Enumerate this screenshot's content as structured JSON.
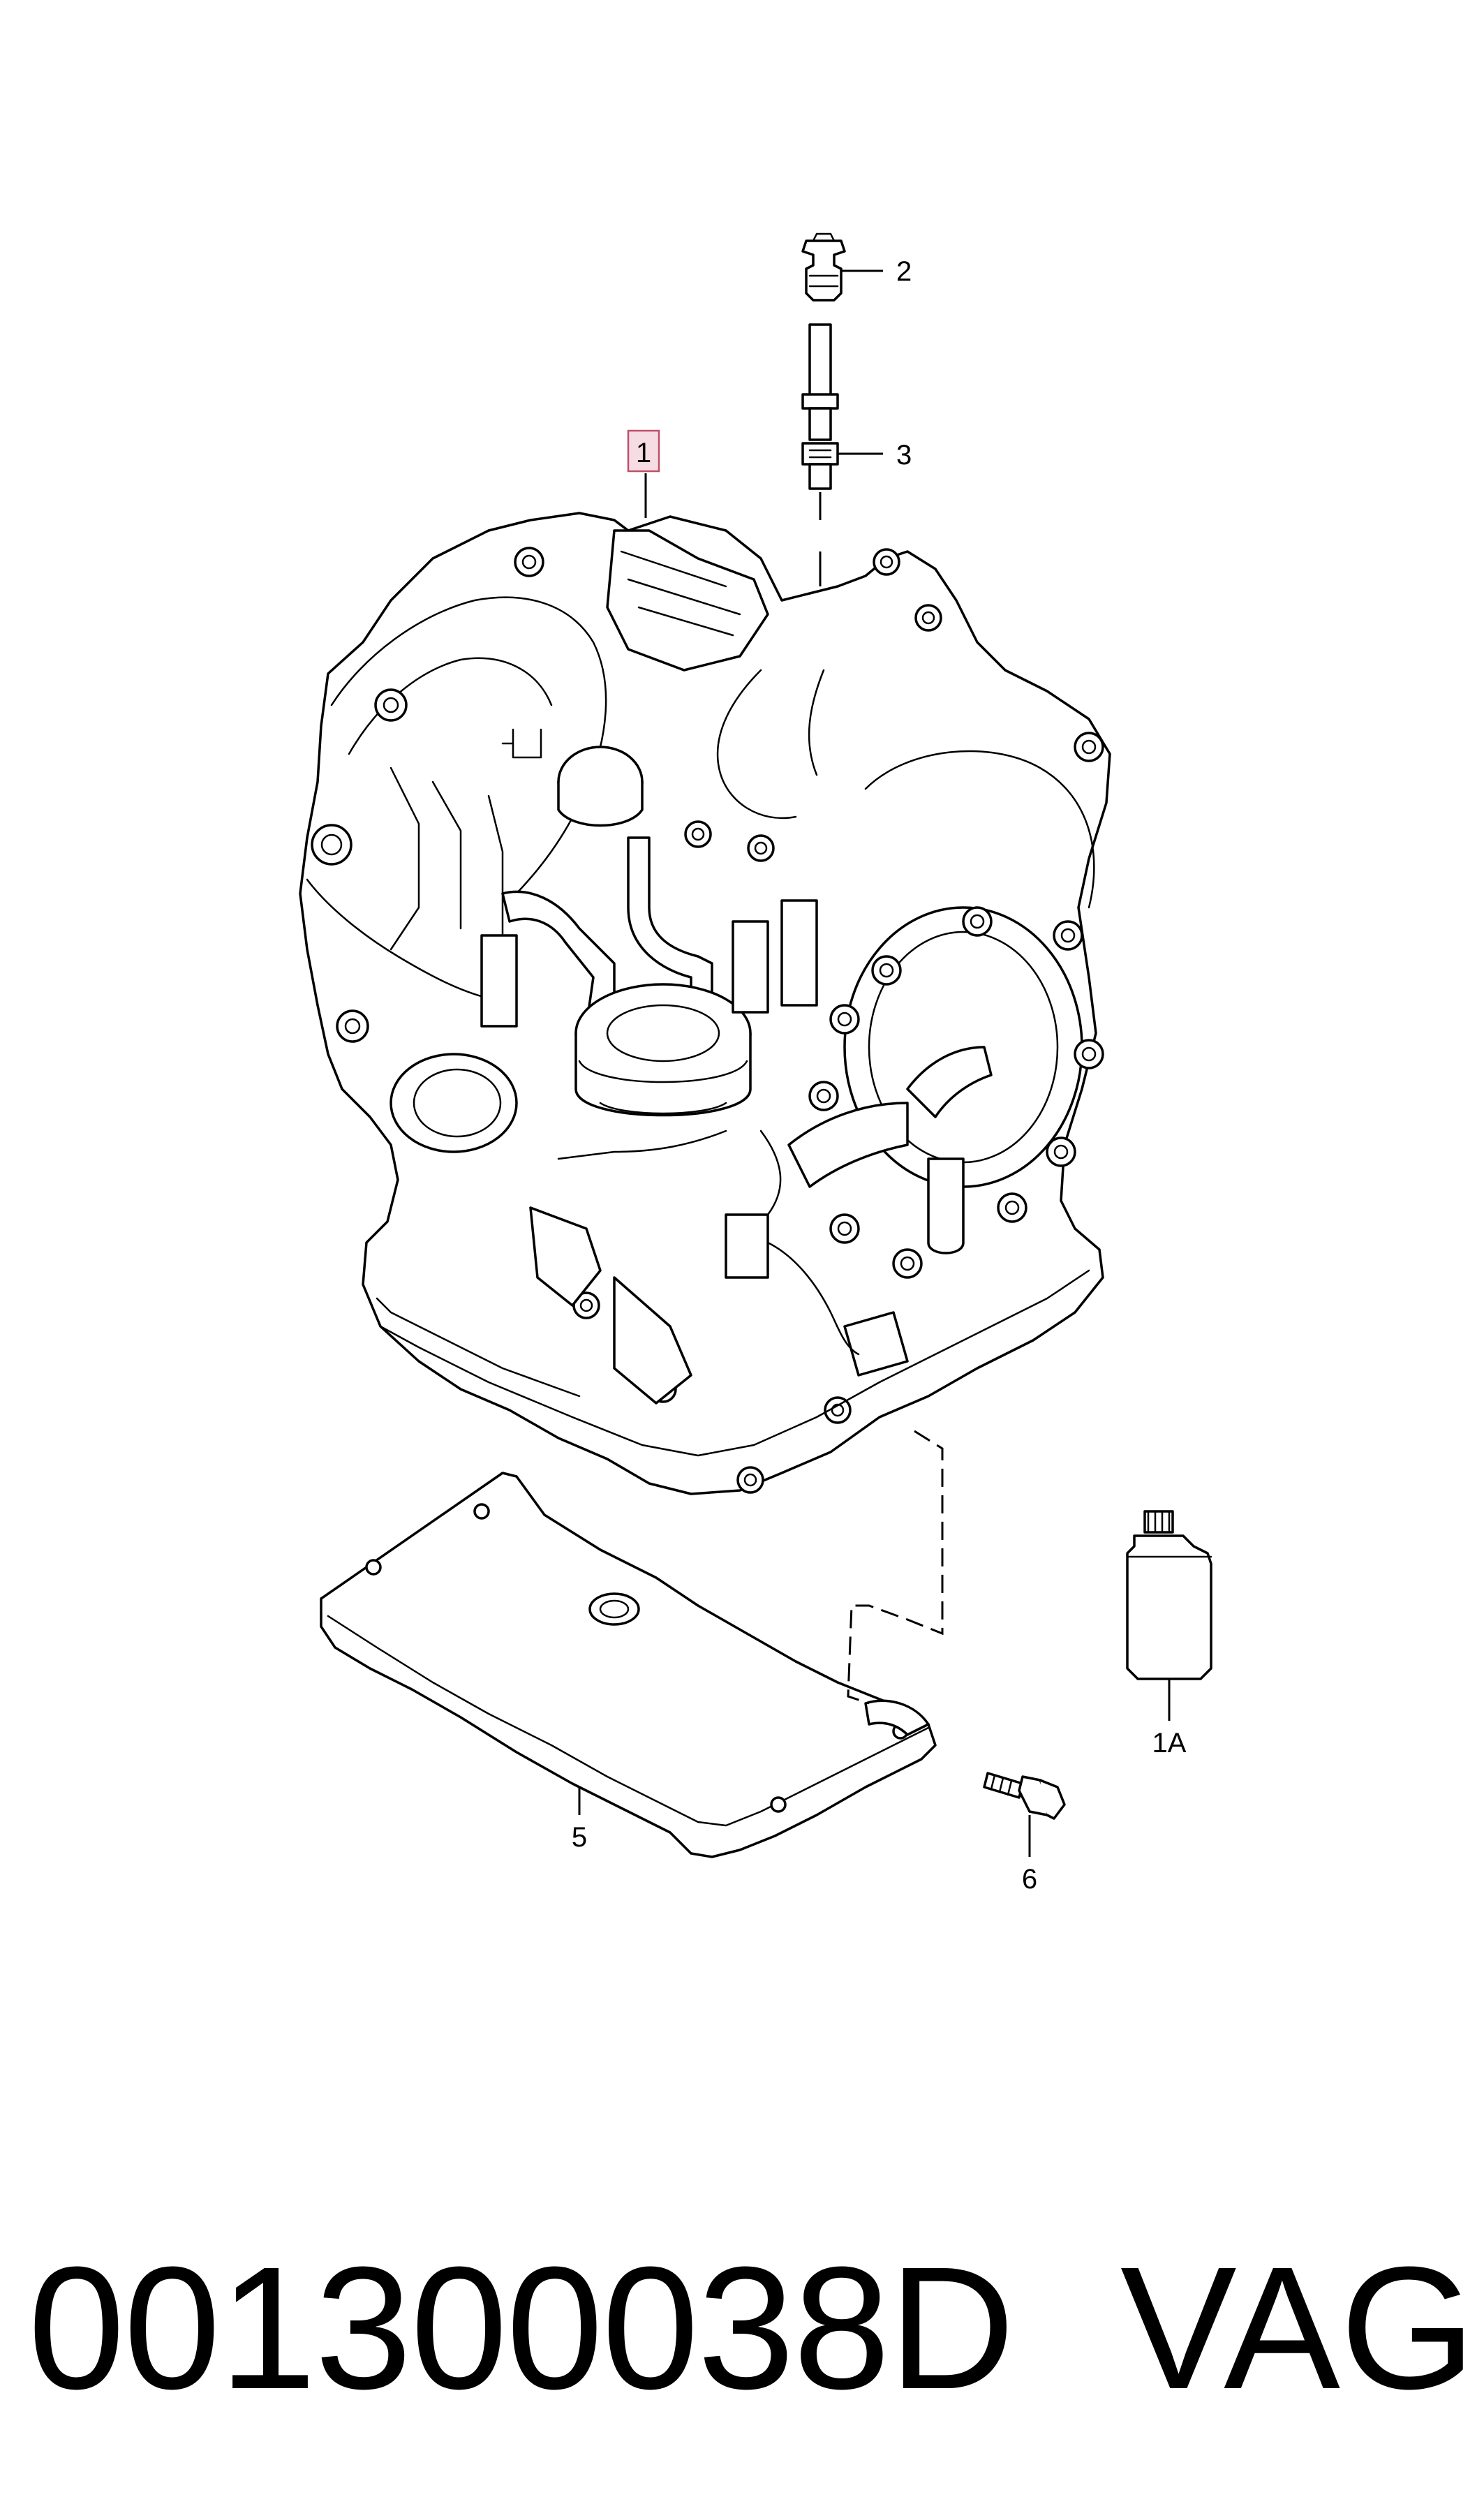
{
  "diagram": {
    "callouts": [
      {
        "id": "c1",
        "label": "1",
        "highlighted": true
      },
      {
        "id": "c2",
        "label": "2",
        "highlighted": false
      },
      {
        "id": "c3",
        "label": "3",
        "highlighted": false
      },
      {
        "id": "c1a",
        "label": "1A",
        "highlighted": false
      },
      {
        "id": "c5",
        "label": "5",
        "highlighted": false
      },
      {
        "id": "c6",
        "label": "6",
        "highlighted": false
      }
    ],
    "highlight_fill": "#f6dde3",
    "highlight_stroke": "#c0506a",
    "line_color": "#000000"
  },
  "footer": {
    "part_number": "001300038D",
    "brand": "VAG"
  }
}
